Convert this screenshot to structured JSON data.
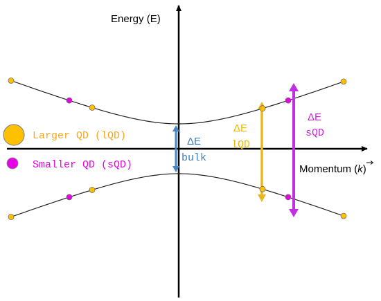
{
  "axes": {
    "y_label": "Energy (E)",
    "x_label": "Momentum (",
    "x_label_vector": "k",
    "x_label_close": ")"
  },
  "legend": {
    "larger_label": "Larger QD (lQD)",
    "smaller_label": "Smaller QD (sQD)"
  },
  "gaps": {
    "bulk": {
      "delta": "ΔE",
      "name": "bulk"
    },
    "lqd": {
      "delta": "ΔE",
      "name": "lQD"
    },
    "sqd": {
      "delta": "ΔE",
      "name": "sQD"
    }
  },
  "colors": {
    "larger_qd": "#FFC000",
    "larger_qd_text": "#F5A623",
    "smaller_qd": "#E600E6",
    "bulk": "#4A86C5",
    "lqd_text": "#F0B800",
    "lqd_arrow": "#E8B820",
    "sqd": "#C030E0",
    "axis": "#000000",
    "curve": "#222222"
  }
}
